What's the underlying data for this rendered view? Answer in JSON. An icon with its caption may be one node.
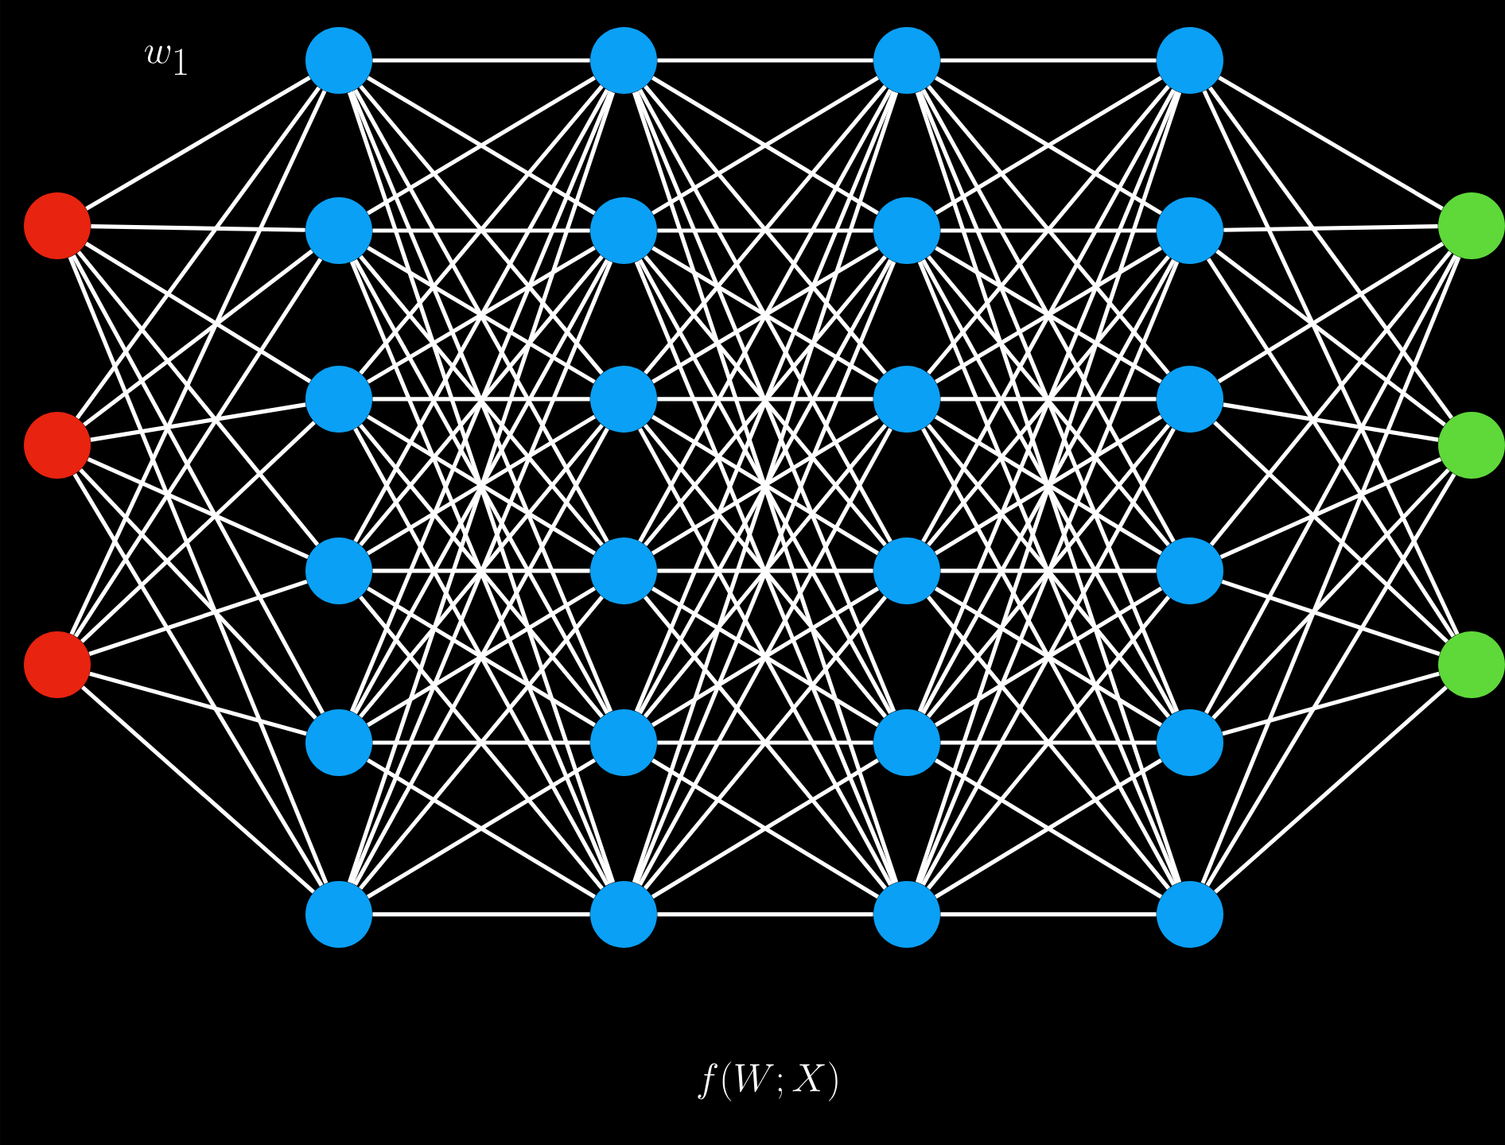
{
  "diagram": {
    "nodes": [
      {
        "text": [],
        "shape": "circle"
      },
      {
        "text": [],
        "shape": "circle"
      },
      {
        "text": [],
        "shape": "circle"
      },
      {
        "text": [],
        "shape": "circle"
      },
      {
        "text": [],
        "shape": "circle"
      },
      {
        "text": [],
        "shape": "circle"
      },
      {
        "text": [],
        "shape": "circle"
      },
      {
        "text": [],
        "shape": "circle"
      },
      {
        "text": [],
        "shape": "circle"
      },
      {
        "text": [],
        "shape": "circle"
      },
      {
        "text": [],
        "shape": "circle"
      },
      {
        "text": [],
        "shape": "circle"
      },
      {
        "text": [],
        "shape": "circle"
      },
      {
        "text": [],
        "shape": "circle"
      },
      {
        "text": [],
        "shape": "circle"
      },
      {
        "text": [],
        "shape": "circle"
      },
      {
        "text": [],
        "shape": "circle"
      },
      {
        "text": [],
        "shape": "circle"
      },
      {
        "text": [],
        "shape": "circle"
      },
      {
        "text": [],
        "shape": "circle"
      },
      {
        "text": [],
        "shape": "circle"
      },
      {
        "text": [],
        "shape": "circle"
      },
      {
        "text": [],
        "shape": "circle"
      },
      {
        "text": [],
        "shape": "circle"
      },
      {
        "text": [],
        "shape": "circle"
      },
      {
        "text": [],
        "shape": "circle"
      },
      {
        "text": [],
        "shape": "circle"
      },
      {
        "text": [],
        "shape": "circle"
      },
      {
        "text": [],
        "shape": "circle"
      },
      {
        "text": [],
        "shape": "circle"
      }
    ],
    "edges": [
      {
        "from": 0,
        "to": 3,
        "arrow": "none"
      },
      {
        "from": 0,
        "to": 4,
        "arrow": "none"
      },
      {
        "from": 0,
        "to": 5,
        "arrow": "none"
      },
      {
        "from": 0,
        "to": 6,
        "arrow": "none"
      },
      {
        "from": 0,
        "to": 7,
        "arrow": "none"
      },
      {
        "from": 0,
        "to": 8,
        "arrow": "none"
      },
      {
        "from": 1,
        "to": 3,
        "arrow": "none"
      },
      {
        "from": 1,
        "to": 4,
        "arrow": "none"
      },
      {
        "from": 1,
        "to": 5,
        "arrow": "none"
      },
      {
        "from": 1,
        "to": 6,
        "arrow": "none"
      },
      {
        "from": 1,
        "to": 7,
        "arrow": "none"
      },
      {
        "from": 1,
        "to": 8,
        "arrow": "none"
      },
      {
        "from": 2,
        "to": 3,
        "arrow": "none"
      },
      {
        "from": 2,
        "to": 4,
        "arrow": "none"
      },
      {
        "from": 2,
        "to": 5,
        "arrow": "none"
      },
      {
        "from": 2,
        "to": 6,
        "arrow": "none"
      },
      {
        "from": 2,
        "to": 7,
        "arrow": "none"
      },
      {
        "from": 2,
        "to": 8,
        "arrow": "none"
      },
      {
        "from": 3,
        "to": 9,
        "arrow": "none"
      },
      {
        "from": 3,
        "to": 10,
        "arrow": "none"
      },
      {
        "from": 3,
        "to": 11,
        "arrow": "none"
      },
      {
        "from": 3,
        "to": 12,
        "arrow": "none"
      },
      {
        "from": 3,
        "to": 13,
        "arrow": "none"
      },
      {
        "from": 3,
        "to": 14,
        "arrow": "none"
      },
      {
        "from": 4,
        "to": 9,
        "arrow": "none"
      },
      {
        "from": 4,
        "to": 10,
        "arrow": "none"
      },
      {
        "from": 4,
        "to": 11,
        "arrow": "none"
      },
      {
        "from": 4,
        "to": 12,
        "arrow": "none"
      },
      {
        "from": 4,
        "to": 13,
        "arrow": "none"
      },
      {
        "from": 4,
        "to": 14,
        "arrow": "none"
      },
      {
        "from": 5,
        "to": 9,
        "arrow": "none"
      },
      {
        "from": 5,
        "to": 10,
        "arrow": "none"
      },
      {
        "from": 5,
        "to": 11,
        "arrow": "none"
      },
      {
        "from": 5,
        "to": 12,
        "arrow": "none"
      },
      {
        "from": 5,
        "to": 13,
        "arrow": "none"
      },
      {
        "from": 5,
        "to": 14,
        "arrow": "none"
      },
      {
        "from": 6,
        "to": 9,
        "arrow": "none"
      },
      {
        "from": 6,
        "to": 10,
        "arrow": "none"
      },
      {
        "from": 6,
        "to": 11,
        "arrow": "none"
      },
      {
        "from": 6,
        "to": 12,
        "arrow": "none"
      },
      {
        "from": 6,
        "to": 13,
        "arrow": "none"
      },
      {
        "from": 6,
        "to": 14,
        "arrow": "none"
      },
      {
        "from": 7,
        "to": 9,
        "arrow": "none"
      },
      {
        "from": 7,
        "to": 10,
        "arrow": "none"
      },
      {
        "from": 7,
        "to": 11,
        "arrow": "none"
      },
      {
        "from": 7,
        "to": 12,
        "arrow": "none"
      },
      {
        "from": 7,
        "to": 13,
        "arrow": "none"
      },
      {
        "from": 7,
        "to": 14,
        "arrow": "none"
      },
      {
        "from": 8,
        "to": 9,
        "arrow": "none"
      },
      {
        "from": 8,
        "to": 10,
        "arrow": "none"
      },
      {
        "from": 8,
        "to": 11,
        "arrow": "none"
      },
      {
        "from": 8,
        "to": 12,
        "arrow": "none"
      },
      {
        "from": 8,
        "to": 13,
        "arrow": "none"
      },
      {
        "from": 8,
        "to": 14,
        "arrow": "none"
      },
      {
        "from": 9,
        "to": 15,
        "arrow": "none"
      },
      {
        "from": 9,
        "to": 16,
        "arrow": "none"
      },
      {
        "from": 9,
        "to": 17,
        "arrow": "none"
      },
      {
        "from": 9,
        "to": 18,
        "arrow": "none"
      },
      {
        "from": 9,
        "to": 19,
        "arrow": "none"
      },
      {
        "from": 9,
        "to": 20,
        "arrow": "none"
      },
      {
        "from": 10,
        "to": 15,
        "arrow": "none"
      },
      {
        "from": 10,
        "to": 16,
        "arrow": "none"
      },
      {
        "from": 10,
        "to": 17,
        "arrow": "none"
      },
      {
        "from": 10,
        "to": 18,
        "arrow": "none"
      },
      {
        "from": 10,
        "to": 19,
        "arrow": "none"
      },
      {
        "from": 10,
        "to": 20,
        "arrow": "none"
      },
      {
        "from": 11,
        "to": 15,
        "arrow": "none"
      },
      {
        "from": 11,
        "to": 16,
        "arrow": "none"
      },
      {
        "from": 11,
        "to": 17,
        "arrow": "none"
      },
      {
        "from": 11,
        "to": 18,
        "arrow": "none"
      },
      {
        "from": 11,
        "to": 19,
        "arrow": "none"
      },
      {
        "from": 11,
        "to": 20,
        "arrow": "none"
      },
      {
        "from": 12,
        "to": 15,
        "arrow": "none"
      },
      {
        "from": 12,
        "to": 16,
        "arrow": "none"
      },
      {
        "from": 12,
        "to": 17,
        "arrow": "none"
      },
      {
        "from": 12,
        "to": 18,
        "arrow": "none"
      },
      {
        "from": 12,
        "to": 19,
        "arrow": "none"
      },
      {
        "from": 12,
        "to": 20,
        "arrow": "none"
      },
      {
        "from": 13,
        "to": 15,
        "arrow": "none"
      },
      {
        "from": 13,
        "to": 16,
        "arrow": "none"
      },
      {
        "from": 13,
        "to": 17,
        "arrow": "none"
      },
      {
        "from": 13,
        "to": 18,
        "arrow": "none"
      },
      {
        "from": 13,
        "to": 19,
        "arrow": "none"
      },
      {
        "from": 13,
        "to": 20,
        "arrow": "none"
      },
      {
        "from": 14,
        "to": 15,
        "arrow": "none"
      },
      {
        "from": 14,
        "to": 16,
        "arrow": "none"
      },
      {
        "from": 14,
        "to": 17,
        "arrow": "none"
      },
      {
        "from": 14,
        "to": 18,
        "arrow": "none"
      },
      {
        "from": 14,
        "to": 19,
        "arrow": "none"
      },
      {
        "from": 14,
        "to": 20,
        "arrow": "none"
      },
      {
        "from": 15,
        "to": 21,
        "arrow": "none"
      },
      {
        "from": 15,
        "to": 22,
        "arrow": "none"
      },
      {
        "from": 15,
        "to": 23,
        "arrow": "none"
      },
      {
        "from": 15,
        "to": 24,
        "arrow": "none"
      },
      {
        "from": 15,
        "to": 25,
        "arrow": "none"
      },
      {
        "from": 15,
        "to": 26,
        "arrow": "none"
      },
      {
        "from": 16,
        "to": 21,
        "arrow": "none"
      },
      {
        "from": 16,
        "to": 22,
        "arrow": "none"
      },
      {
        "from": 16,
        "to": 23,
        "arrow": "none"
      },
      {
        "from": 16,
        "to": 24,
        "arrow": "none"
      },
      {
        "from": 16,
        "to": 25,
        "arrow": "none"
      },
      {
        "from": 16,
        "to": 26,
        "arrow": "none"
      },
      {
        "from": 17,
        "to": 21,
        "arrow": "none"
      },
      {
        "from": 17,
        "to": 22,
        "arrow": "none"
      },
      {
        "from": 17,
        "to": 23,
        "arrow": "none"
      },
      {
        "from": 17,
        "to": 24,
        "arrow": "none"
      },
      {
        "from": 17,
        "to": 25,
        "arrow": "none"
      },
      {
        "from": 17,
        "to": 26,
        "arrow": "none"
      },
      {
        "from": 18,
        "to": 21,
        "arrow": "none"
      },
      {
        "from": 18,
        "to": 22,
        "arrow": "none"
      },
      {
        "from": 18,
        "to": 23,
        "arrow": "none"
      },
      {
        "from": 18,
        "to": 24,
        "arrow": "none"
      },
      {
        "from": 18,
        "to": 25,
        "arrow": "none"
      },
      {
        "from": 18,
        "to": 26,
        "arrow": "none"
      },
      {
        "from": 19,
        "to": 21,
        "arrow": "none"
      },
      {
        "from": 19,
        "to": 22,
        "arrow": "none"
      },
      {
        "from": 19,
        "to": 23,
        "arrow": "none"
      },
      {
        "from": 19,
        "to": 24,
        "arrow": "none"
      },
      {
        "from": 19,
        "to": 25,
        "arrow": "none"
      },
      {
        "from": 19,
        "to": 26,
        "arrow": "none"
      },
      {
        "from": 20,
        "to": 21,
        "arrow": "none"
      },
      {
        "from": 20,
        "to": 22,
        "arrow": "none"
      },
      {
        "from": 20,
        "to": 23,
        "arrow": "none"
      },
      {
        "from": 20,
        "to": 24,
        "arrow": "none"
      },
      {
        "from": 20,
        "to": 25,
        "arrow": "none"
      },
      {
        "from": 20,
        "to": 26,
        "arrow": "none"
      },
      {
        "from": 21,
        "to": 27,
        "arrow": "none"
      },
      {
        "from": 21,
        "to": 28,
        "arrow": "none"
      },
      {
        "from": 21,
        "to": 29,
        "arrow": "none"
      },
      {
        "from": 22,
        "to": 27,
        "arrow": "none"
      },
      {
        "from": 22,
        "to": 28,
        "arrow": "none"
      },
      {
        "from": 22,
        "to": 29,
        "arrow": "none"
      },
      {
        "from": 23,
        "to": 27,
        "arrow": "none"
      },
      {
        "from": 23,
        "to": 28,
        "arrow": "none"
      },
      {
        "from": 23,
        "to": 29,
        "arrow": "none"
      },
      {
        "from": 24,
        "to": 27,
        "arrow": "none"
      },
      {
        "from": 24,
        "to": 28,
        "arrow": "none"
      },
      {
        "from": 24,
        "to": 29,
        "arrow": "none"
      },
      {
        "from": 25,
        "to": 27,
        "arrow": "none"
      },
      {
        "from": 25,
        "to": 28,
        "arrow": "none"
      },
      {
        "from": 25,
        "to": 29,
        "arrow": "none"
      },
      {
        "from": 26,
        "to": 27,
        "arrow": "none"
      },
      {
        "from": 26,
        "to": 28,
        "arrow": "none"
      },
      {
        "from": 26,
        "to": 29,
        "arrow": "none"
      }
    ],
    "labels": [
      "w_1",
      "f(W;X)"
    ]
  }
}
